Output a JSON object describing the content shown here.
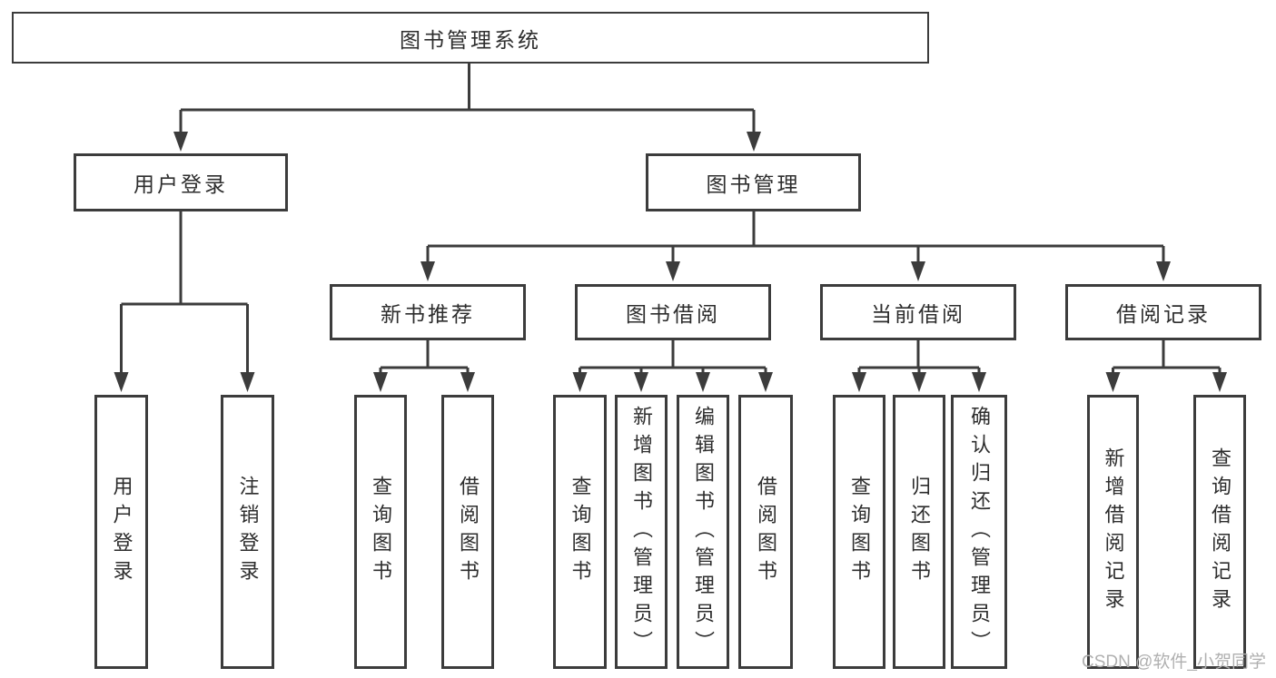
{
  "colors": {
    "background": "#ffffff",
    "line": "#3c3c3c",
    "box-border": "#3c3c3c",
    "box-fill": "#ffffff",
    "text": "#2d2d2d",
    "watermark": "#b0b0b0"
  },
  "tree": {
    "root": "图书管理系统",
    "branches": [
      {
        "label": "用户登录",
        "children": [
          "用户登录",
          "注销登录"
        ]
      },
      {
        "label": "图书管理",
        "children": [
          {
            "label": "新书推荐",
            "children": [
              "查询图书",
              "借阅图书"
            ]
          },
          {
            "label": "图书借阅",
            "children": [
              "查询图书",
              "新增图书（管理员）",
              "编辑图书（管理员）",
              "借阅图书"
            ]
          },
          {
            "label": "当前借阅",
            "children": [
              "查询图书",
              "归还图书",
              "确认归还（管理员）"
            ]
          },
          {
            "label": "借阅记录",
            "children": [
              "新增借阅记录",
              "查询借阅记录"
            ]
          }
        ]
      }
    ]
  },
  "watermark": "CSDN @软件_小贺同学"
}
